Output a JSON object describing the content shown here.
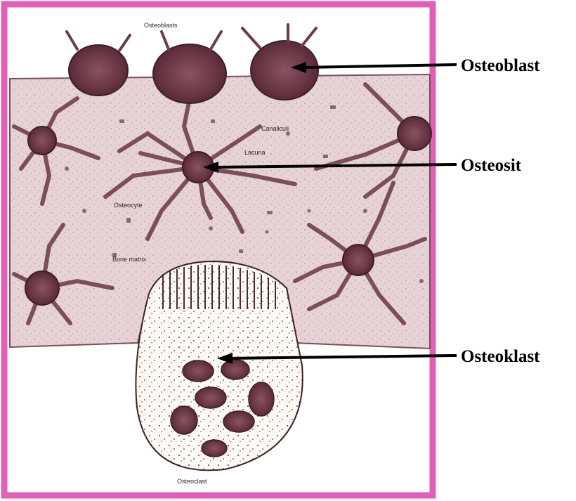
{
  "figure": {
    "frame_color": "#e25fb8",
    "matrix_color": "#e7d3d6",
    "cell_color": "#6e3a48",
    "labels": {
      "osteoblast": "Osteoblast",
      "osteosit": "Osteosit",
      "osteoklast": "Osteoklast"
    },
    "inner_labels": {
      "osteoblasts": "Osteoblasts",
      "canaliculi": "Canaliculi",
      "lacuna": "Lacuna",
      "osteocyte": "Osteocyte",
      "bone_matrix": "Bone matrix",
      "osteoclast": "Osteoclast"
    }
  }
}
